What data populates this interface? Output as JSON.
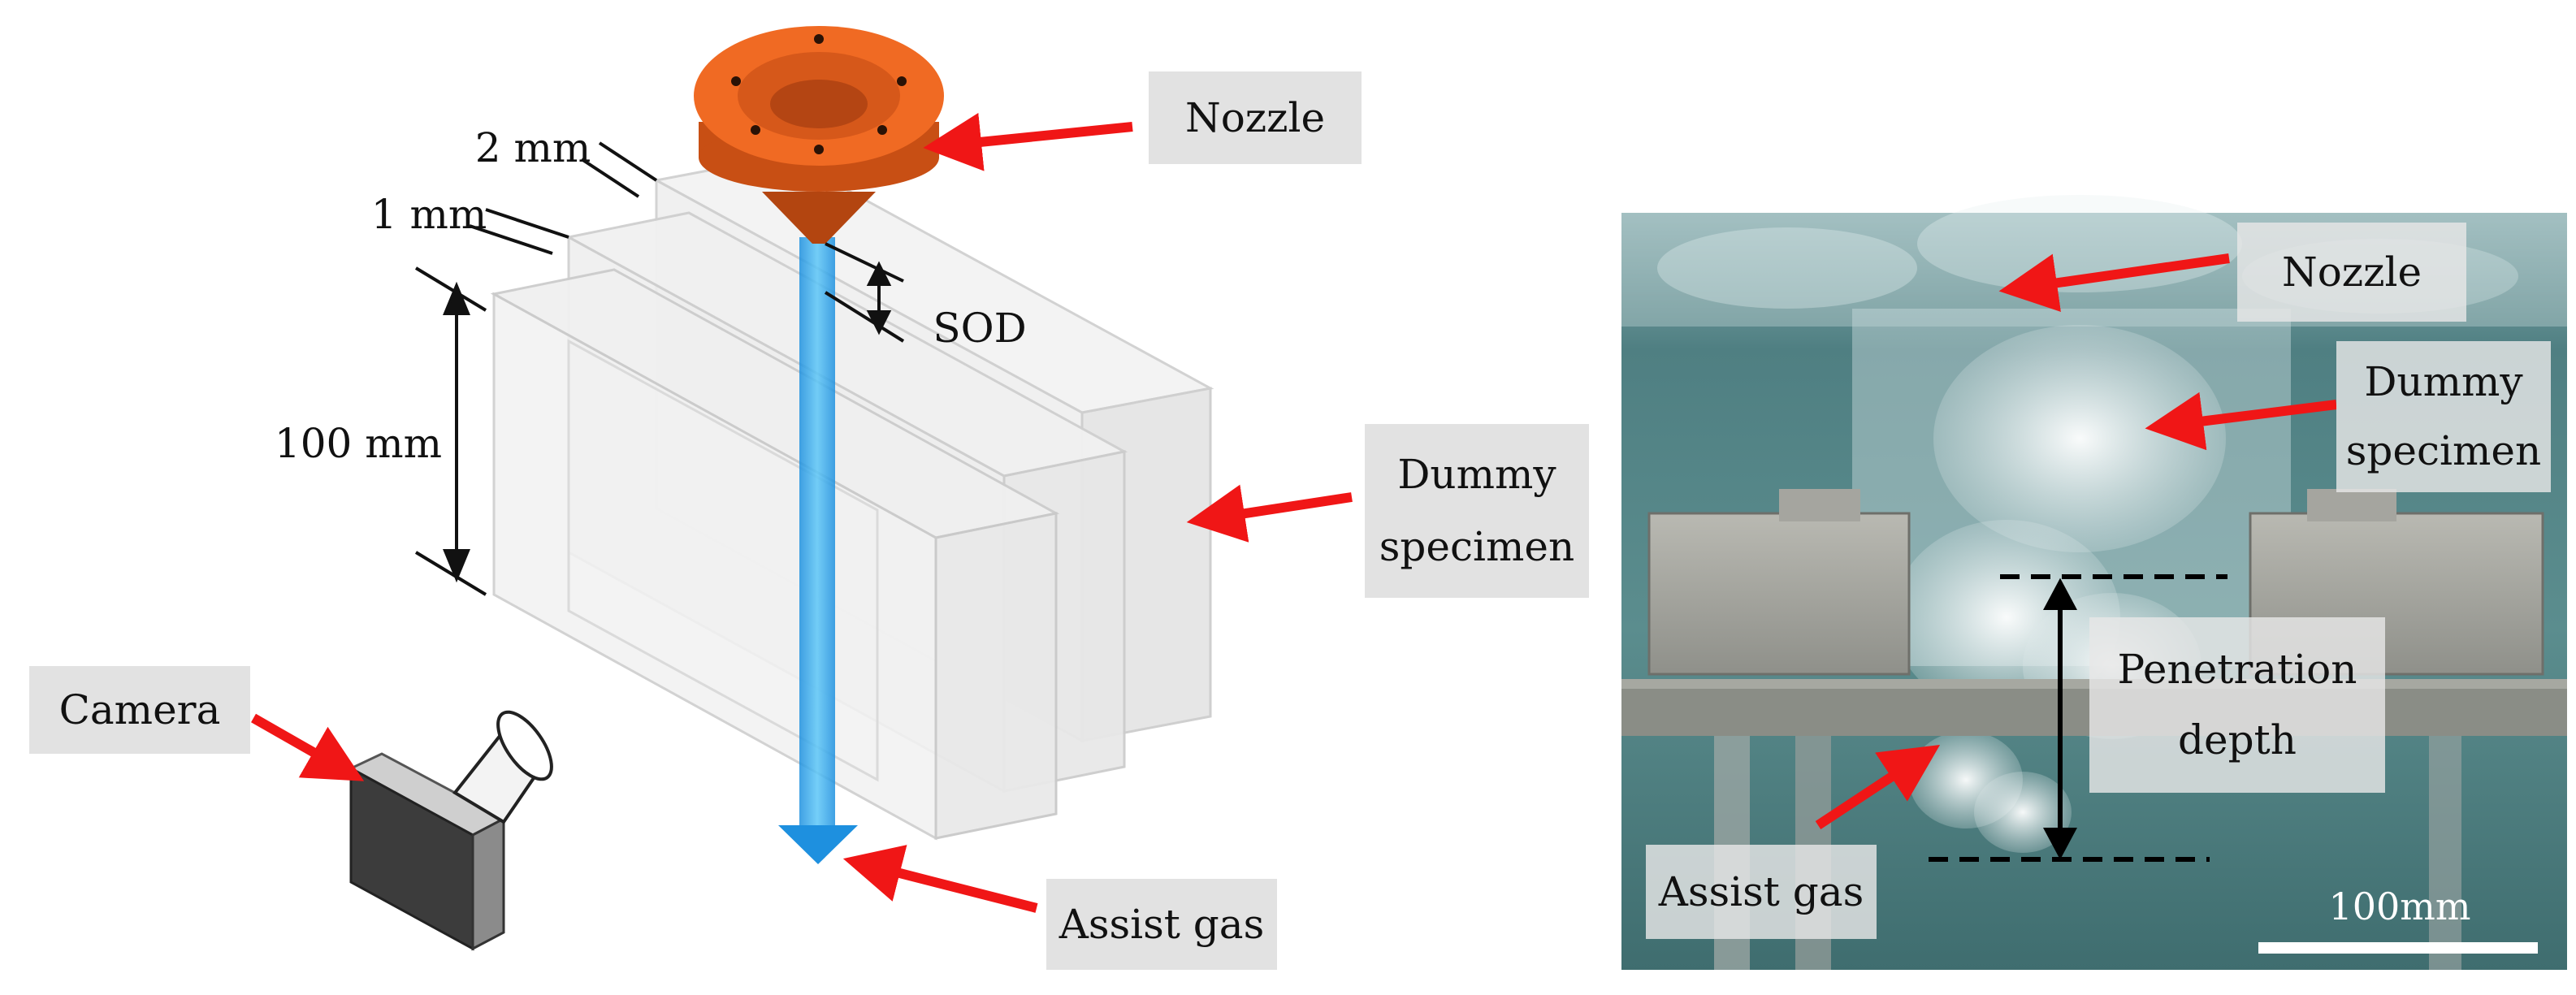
{
  "schematic": {
    "labels": {
      "nozzle": "Nozzle",
      "dummy_line1": "Dummy",
      "dummy_line2": "specimen",
      "camera": "Camera",
      "assist_gas": "Assist gas",
      "sod": "SOD",
      "thickness_2mm": "2 mm",
      "thickness_1mm": "1 mm",
      "height_100mm": "100 mm"
    }
  },
  "photo": {
    "labels": {
      "nozzle": "Nozzle",
      "dummy_line1": "Dummy",
      "dummy_line2": "specimen",
      "penetration_line1": "Penetration",
      "penetration_line2": "depth",
      "assist_gas": "Assist gas",
      "scale_bar": "100mm"
    }
  },
  "colors": {
    "arrow_red": "#f01616",
    "jet_blue": "#2aa8ee",
    "nozzle_orange": "#e8601c",
    "label_box": "#e2e2e2",
    "water_teal": "#5f8d8d"
  }
}
